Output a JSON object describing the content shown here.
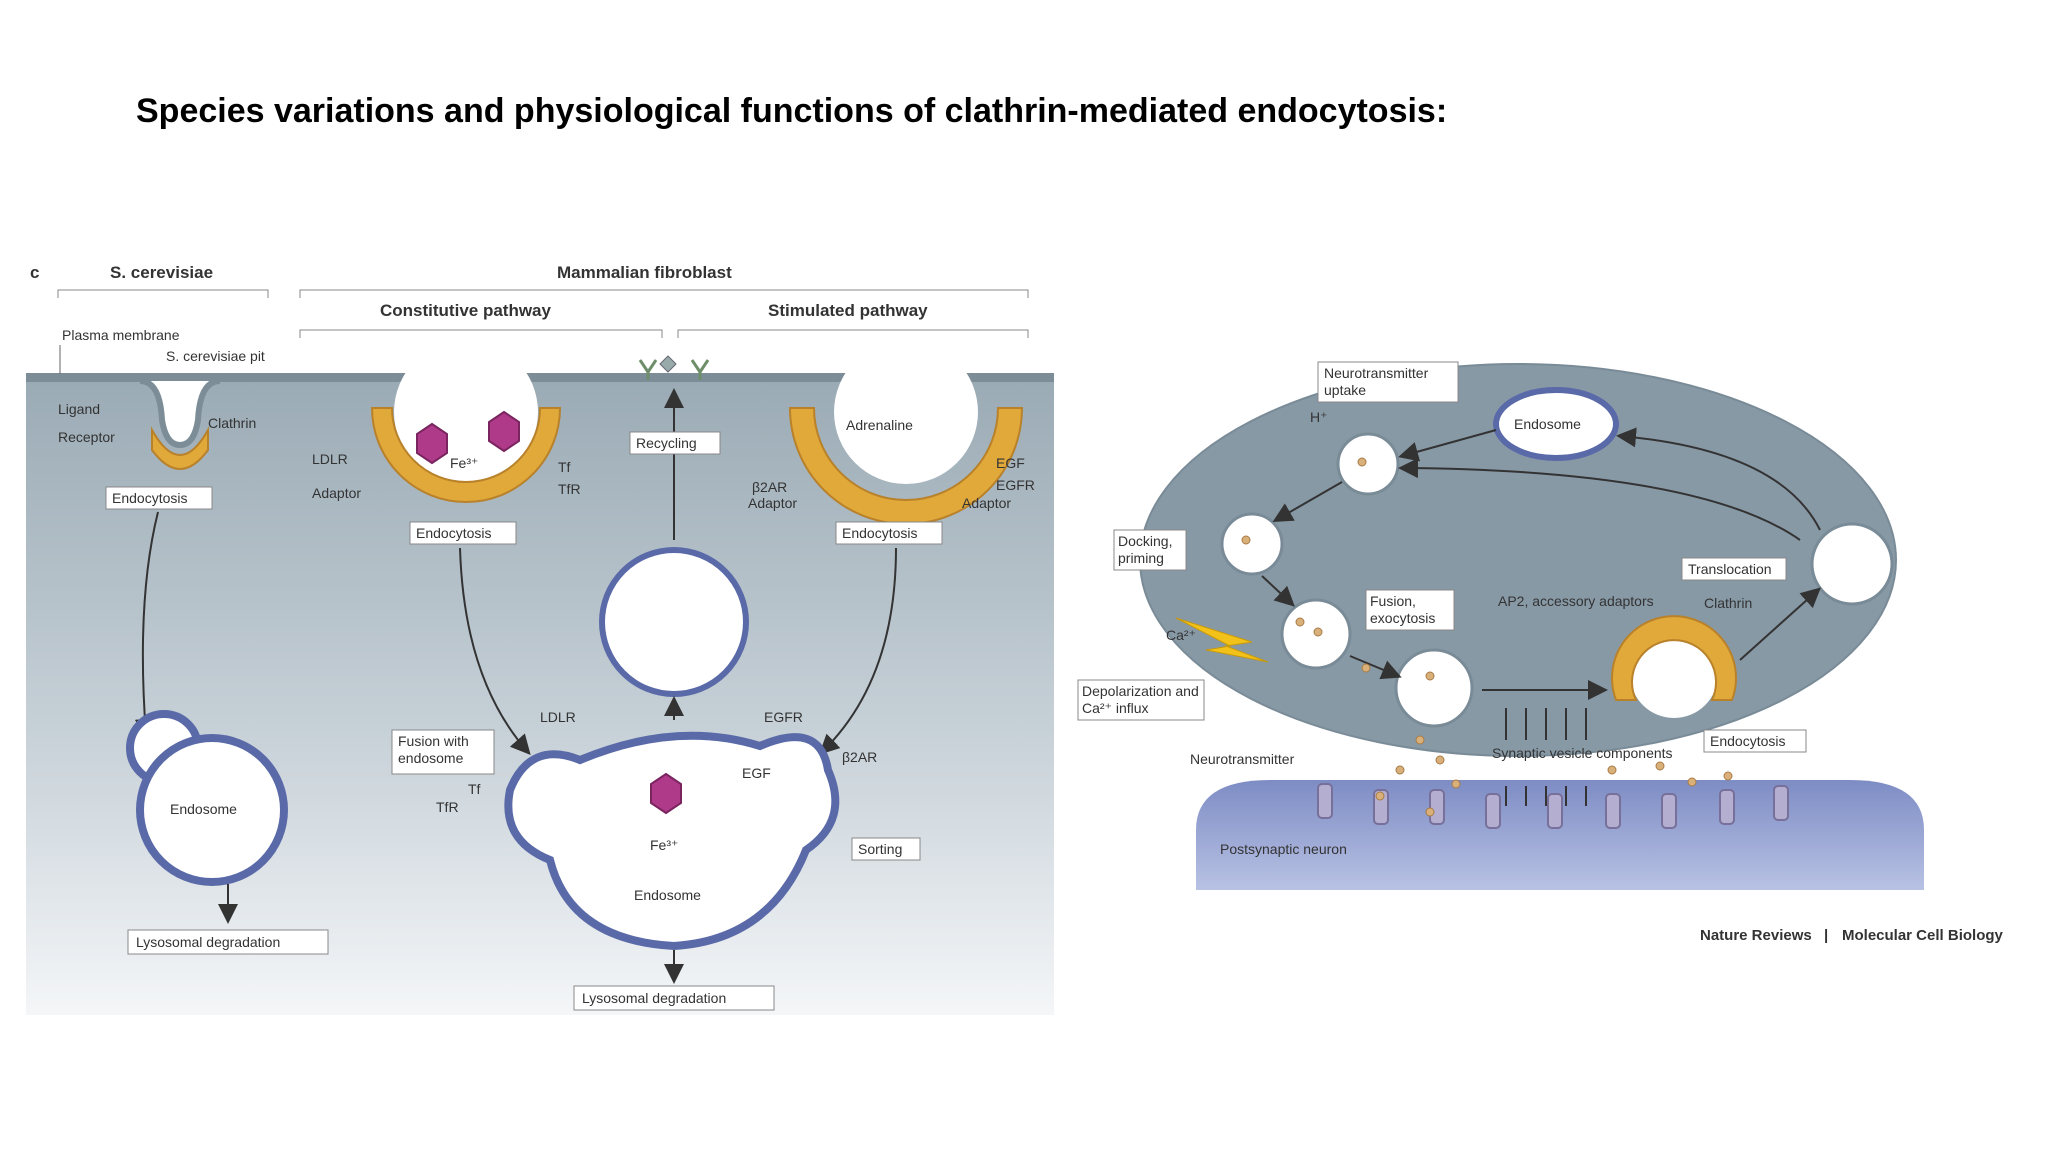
{
  "slide": {
    "title": "Species variations and physiological functions of clathrin-mediated endocytosis:"
  },
  "left_panel": {
    "panel_letter": "c",
    "header_yeast": "S. cerevisiae",
    "header_mammalian": "Mammalian fibroblast",
    "header_constitutive": "Constitutive pathway",
    "header_stimulated": "Stimulated pathway",
    "plasma_membrane": "Plasma membrane",
    "pit": "S. cerevisiae pit",
    "ligand": "Ligand",
    "receptor": "Receptor",
    "clathrin": "Clathrin",
    "endocytosis_1": "Endocytosis",
    "endosome_1": "Endosome",
    "lyso_1": "Lysosomal degradation",
    "ldlr_1": "LDLR",
    "adaptor_1": "Adaptor",
    "fe_1": "Fe³⁺",
    "tf_1": "Tf",
    "tfr_1": "TfR",
    "endocytosis_2": "Endocytosis",
    "recycling": "Recycling",
    "adrenaline": "Adrenaline",
    "b2ar_1": "β2AR",
    "adaptor_2": "Adaptor",
    "egf_1": "EGF",
    "egfr_1": "EGFR",
    "adaptor_3": "Adaptor",
    "endocytosis_3": "Endocytosis",
    "fusion": "Fusion with endosome",
    "ldlr_2": "LDLR",
    "egfr_2": "EGFR",
    "egf_2": "EGF",
    "b2ar_2": "β2AR",
    "tf_2": "Tf",
    "tfr_2": "TfR",
    "fe_2": "Fe³⁺",
    "endosome_2": "Endosome",
    "sorting": "Sorting",
    "lyso_2": "Lysosomal degradation"
  },
  "right_panel": {
    "nt_uptake": "Neurotransmitter uptake",
    "h_plus": "H⁺",
    "endosome": "Endosome",
    "docking": "Docking, priming",
    "fusion_exo": "Fusion, exocytosis",
    "ap2": "AP2, accessory adaptors",
    "translocation": "Translocation",
    "clathrin": "Clathrin",
    "depolarization": "Depolarization and Ca²⁺ influx",
    "ca": "Ca²⁺",
    "endocytosis": "Endocytosis",
    "neurotransmitter": "Neurotransmitter",
    "svc": "Synaptic vesicle components",
    "postsynaptic": "Postsynaptic neuron"
  },
  "credit": {
    "journal": "Nature Reviews",
    "separator": " | ",
    "subtitle": "Molecular Cell Biology"
  },
  "colors": {
    "cytoplasm_top": "#9aaab4",
    "cytoplasm_bottom": "#eef1f4",
    "membrane": "#7c8d98",
    "clathrin": "#e0a93a",
    "vesicle_border": "#5a6aa8",
    "cargo": "#b03a8a",
    "presynaptic": "#8899a6",
    "postsynaptic": "#8b9acb"
  }
}
